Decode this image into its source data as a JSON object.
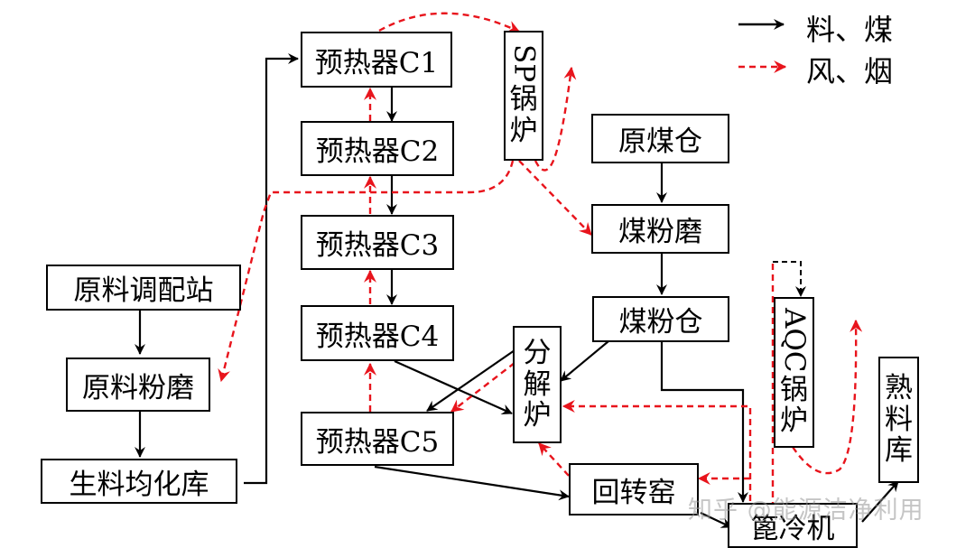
{
  "legend": {
    "material": {
      "label": "料、煤",
      "color": "#000000",
      "style": "solid"
    },
    "air": {
      "label": "风、烟",
      "color": "#e8141c",
      "style": "dashed"
    }
  },
  "nodes": {
    "c1": "预热器C1",
    "c2": "预热器C2",
    "c3": "预热器C3",
    "c4": "预热器C4",
    "c5": "预热器C5",
    "sp_boiler": {
      "latin": "SP",
      "chars": [
        "锅",
        "炉"
      ]
    },
    "raw_coal_bin": "原煤仓",
    "coal_mill": "煤粉磨",
    "pulverized_coal_bin": "煤粉仓",
    "calciner": {
      "chars": [
        "分",
        "解",
        "炉"
      ]
    },
    "aqc_boiler": {
      "latin": "AQC",
      "chars": [
        "锅",
        "炉"
      ]
    },
    "clinker_store": {
      "chars": [
        "熟",
        "料",
        "库"
      ]
    },
    "rotary_kiln": "回转窑",
    "grate_cooler": "篦冷机",
    "raw_blending_station": "原料调配站",
    "raw_mill": "原料粉磨",
    "raw_homogenizing_store": "生料均化库"
  },
  "watermark": "知乎 @能源洁净利用",
  "colors": {
    "material": "#000000",
    "air": "#e8141c",
    "aux": "#000000"
  }
}
